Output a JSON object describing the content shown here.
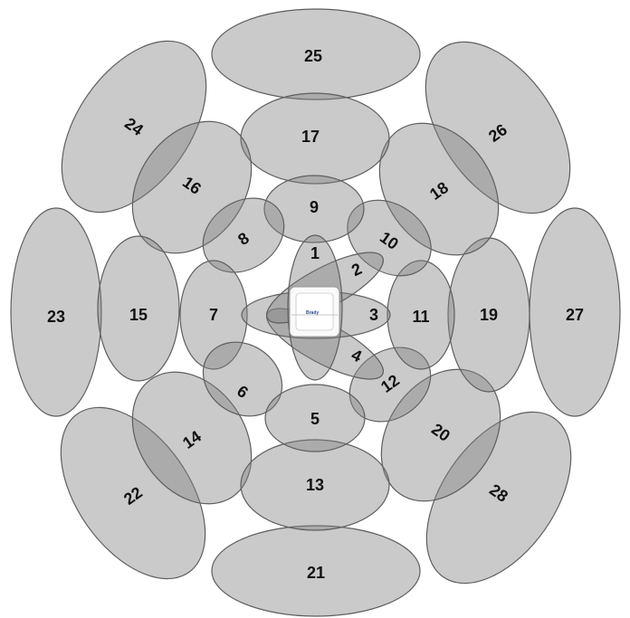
{
  "diagram": {
    "colors": {
      "zone_fill": "rgba(128,128,128,0.42)",
      "zone_stroke": "#5e5e5e",
      "label": "#111111",
      "device_logo": "#2b4c8c"
    },
    "center_device": {
      "icon": "sensor-device-icon",
      "logo_text": "Brady"
    },
    "zones": [
      {
        "id": "zone-1",
        "label": "1"
      },
      {
        "id": "zone-2",
        "label": "2"
      },
      {
        "id": "zone-3",
        "label": "3"
      },
      {
        "id": "zone-4",
        "label": "4"
      },
      {
        "id": "zone-5",
        "label": "5"
      },
      {
        "id": "zone-6",
        "label": "6"
      },
      {
        "id": "zone-7",
        "label": "7"
      },
      {
        "id": "zone-8",
        "label": "8"
      },
      {
        "id": "zone-9",
        "label": "9"
      },
      {
        "id": "zone-10",
        "label": "10"
      },
      {
        "id": "zone-11",
        "label": "11"
      },
      {
        "id": "zone-12",
        "label": "12"
      },
      {
        "id": "zone-13",
        "label": "13"
      },
      {
        "id": "zone-14",
        "label": "14"
      },
      {
        "id": "zone-15",
        "label": "15"
      },
      {
        "id": "zone-16",
        "label": "16"
      },
      {
        "id": "zone-17",
        "label": "17"
      },
      {
        "id": "zone-18",
        "label": "18"
      },
      {
        "id": "zone-19",
        "label": "19"
      },
      {
        "id": "zone-20",
        "label": "20"
      },
      {
        "id": "zone-21",
        "label": "21"
      },
      {
        "id": "zone-22",
        "label": "22"
      },
      {
        "id": "zone-23",
        "label": "23"
      },
      {
        "id": "zone-24",
        "label": "24"
      },
      {
        "id": "zone-25",
        "label": "25"
      },
      {
        "id": "zone-26",
        "label": "26"
      },
      {
        "id": "zone-27",
        "label": "27"
      },
      {
        "id": "zone-28",
        "label": "28"
      }
    ]
  }
}
